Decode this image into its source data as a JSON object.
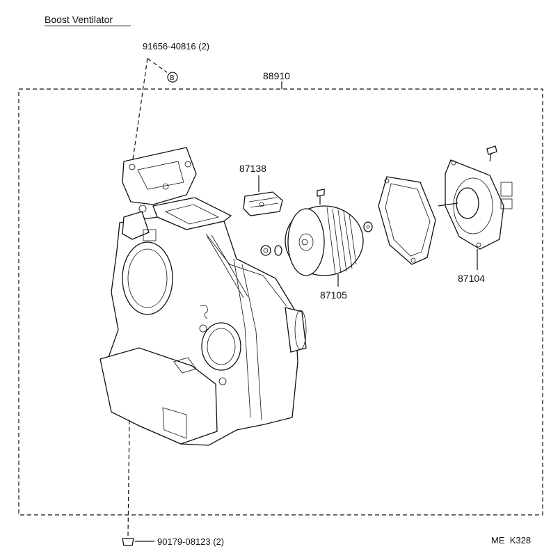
{
  "title": "Boost Ventilator",
  "assembly_part": "88910",
  "parts": {
    "screw_top": "91656-40816 (2)",
    "screw_top_marker": "B",
    "resistor": "87138",
    "fan": "87105",
    "motor": "87104",
    "clip_bottom": "90179-08123 (2)"
  },
  "code": "ME  K328"
}
